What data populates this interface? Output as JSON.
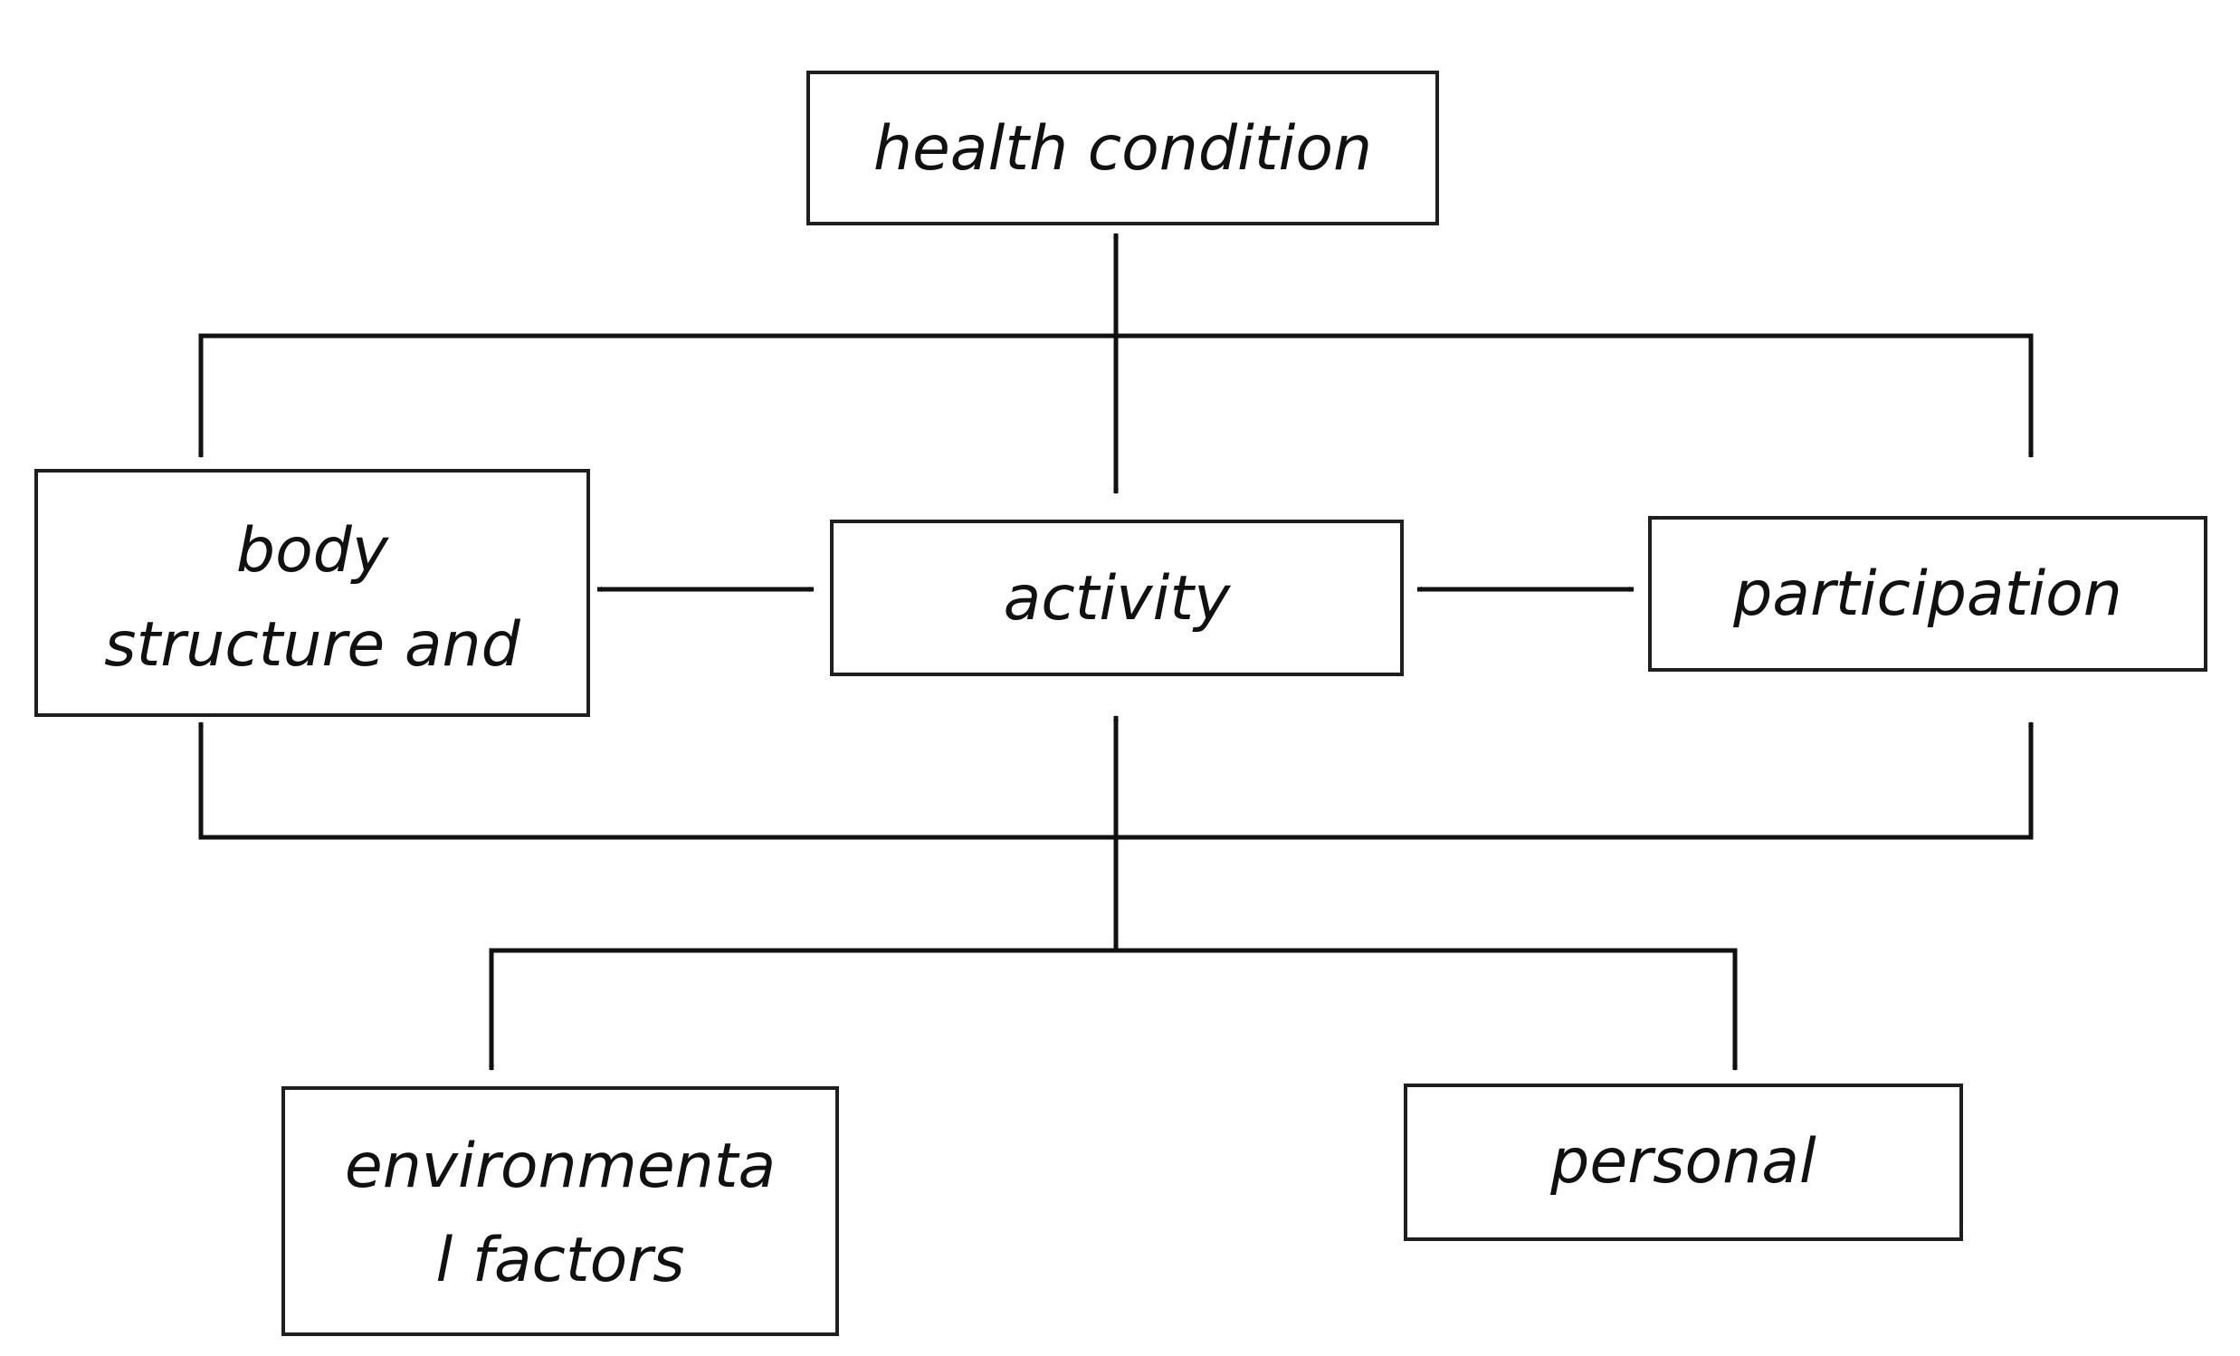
{
  "diagram": {
    "nodes": {
      "health_condition": {
        "lines": [
          "health condition"
        ]
      },
      "body_structure": {
        "lines": [
          "body",
          "structure and"
        ]
      },
      "activity": {
        "lines": [
          "activity"
        ]
      },
      "participation": {
        "lines": [
          "participation"
        ]
      },
      "environmental_factors": {
        "lines": [
          "environmenta",
          "l factors"
        ]
      },
      "personal": {
        "lines": [
          "personal"
        ]
      }
    }
  }
}
